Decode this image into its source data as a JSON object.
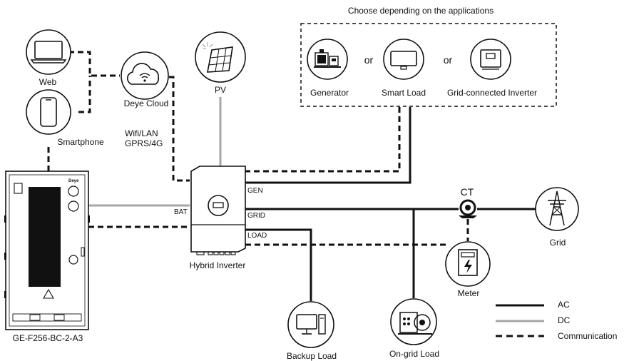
{
  "choose_title": "Choose depending on the applications",
  "options": {
    "generator": "Generator",
    "or_1": "or",
    "smart_load": "Smart Load",
    "or_2": "or",
    "grid_inverter": "Grid-connected Inverter"
  },
  "nodes": {
    "web": "Web",
    "smartphone": "Smartphone",
    "deye_cloud": "Deye Cloud",
    "wifi_lan": "Wifi/LAN",
    "gprs_4g": "GPRS/4G",
    "pv": "PV",
    "hybrid_inverter": "Hybrid Inverter",
    "battery_model": "GE-F256-BC-2-A3",
    "battery_brand": "Deye",
    "ct": "CT",
    "grid": "Grid",
    "meter": "Meter",
    "backup_load": "Backup Load",
    "on_grid_load": "On-grid Load"
  },
  "ports": {
    "gen": "GEN",
    "bat": "BAT",
    "grid": "GRID",
    "load": "LOAD"
  },
  "legend": {
    "ac": "AC",
    "dc": "DC",
    "communication": "Communication"
  },
  "colors": {
    "ac": "#111111",
    "dc": "#a6a6a6",
    "communication": "#111111"
  }
}
